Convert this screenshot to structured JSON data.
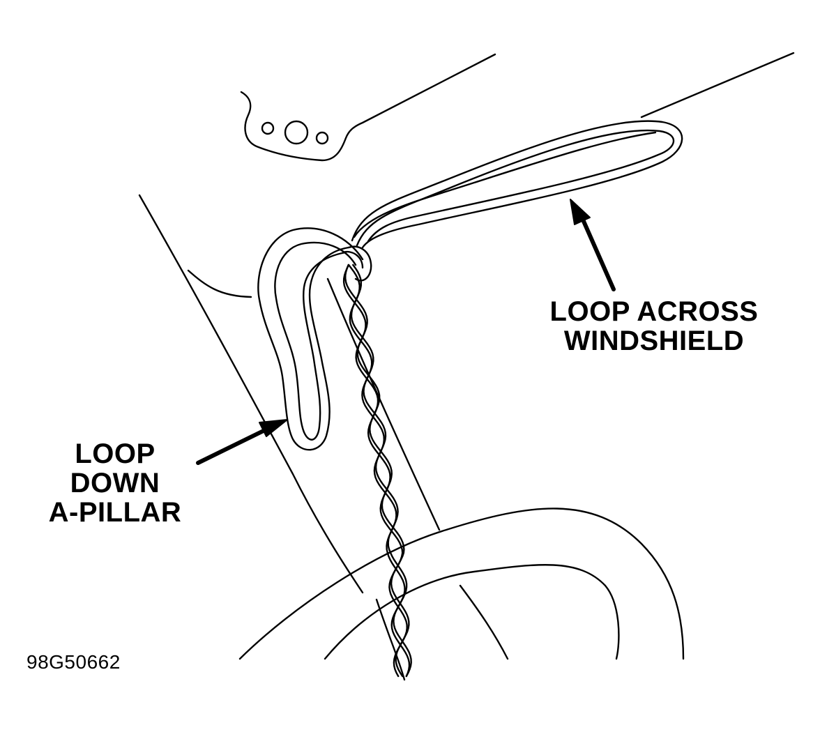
{
  "callouts": {
    "windshield_loop": {
      "line1": "LOOP ACROSS",
      "line2": "WINDSHIELD"
    },
    "pillar_loop": {
      "line1": "LOOP",
      "line2": "DOWN",
      "line3": "A-PILLAR"
    }
  },
  "figure_id": "98G50662"
}
